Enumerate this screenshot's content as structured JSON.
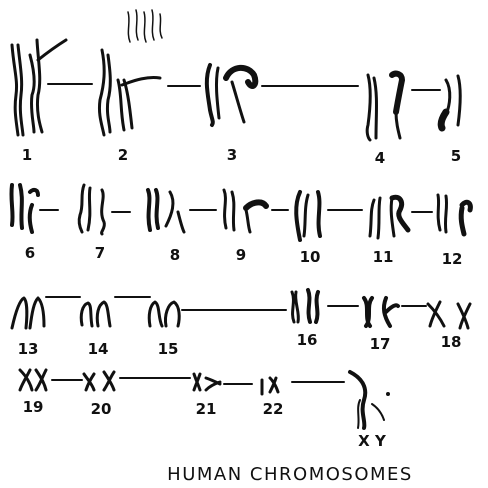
{
  "diagram": {
    "title": "HUMAN CHROMOSOMES",
    "sex_label": "X Y",
    "chromosome_numbers": [
      "1",
      "2",
      "3",
      "4",
      "5",
      "6",
      "7",
      "8",
      "9",
      "10",
      "11",
      "12",
      "13",
      "14",
      "15",
      "16",
      "17",
      "18",
      "19",
      "20",
      "21",
      "22"
    ]
  }
}
